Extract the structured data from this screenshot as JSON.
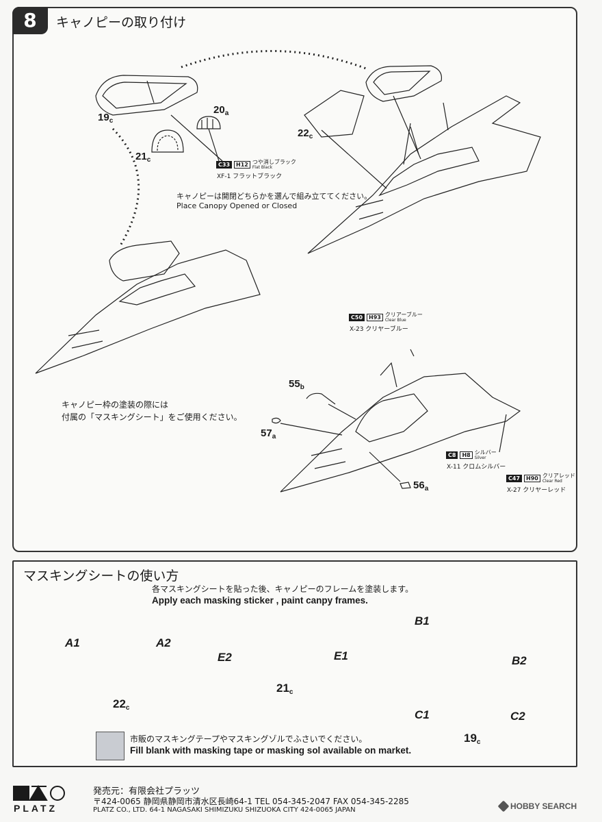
{
  "step": {
    "number": "8",
    "title": "キャノピーの取り付け",
    "place_canopy_jp": "キャノピーは開閉どちらかを選んで組み立ててください。",
    "place_canopy_en": "Place Canopy Opened or Closed",
    "masking_note_line1": "キャノピー枠の塗装の際には",
    "masking_note_line2": "付属の「マスキングシート」をご使用ください。"
  },
  "parts": {
    "p19c": {
      "num": "19",
      "sub": "c"
    },
    "p20a": {
      "num": "20",
      "sub": "a"
    },
    "p21c": {
      "num": "21",
      "sub": "c"
    },
    "p22c": {
      "num": "22",
      "sub": "c"
    },
    "p55b": {
      "num": "55",
      "sub": "b"
    },
    "p56a": {
      "num": "56",
      "sub": "a"
    },
    "p57a": {
      "num": "57",
      "sub": "a"
    }
  },
  "paints": {
    "flat_black": {
      "c": "C33",
      "h": "H12",
      "jp": "つや消しブラック",
      "en": "Flat Black",
      "sub": "XF-1 フラットブラック"
    },
    "clear_blue": {
      "c": "C50",
      "h": "H93",
      "jp": "クリアーブルー",
      "en": "Clear Blue",
      "sub": "X-23 クリヤーブルー"
    },
    "silver": {
      "c": "C8",
      "h": "H8",
      "jp": "シルバー",
      "en": "Silver",
      "sub": "X-11 クロムシルバー"
    },
    "clear_red": {
      "c": "C47",
      "h": "H90",
      "jp": "クリアレッド",
      "en": "Clear Red",
      "sub": "X-27 クリヤーレッド"
    }
  },
  "masking": {
    "title": "マスキングシートの使い方",
    "instr_jp": "各マスキングシートを貼った後、キャノピーのフレームを塗装します。",
    "instr_en": "Apply each masking sticker , paint canpy frames.",
    "labels": {
      "a1": "A1",
      "a2": "A2",
      "e1": "E1",
      "e2": "E2",
      "b1": "B1",
      "b2": "B2",
      "c1": "C1",
      "c2": "C2"
    },
    "fill_jp": "市販のマスキングテープやマスキングゾルでふさいでください。",
    "fill_en": "Fill blank with masking tape or masking sol available on market."
  },
  "footer": {
    "brand": "PLATZ",
    "seller": "発売元：有限会社プラッツ",
    "address_jp": "〒424-0065 静岡県静岡市清水区長崎64-1  TEL 054-345-2047  FAX 054-345-2285",
    "address_en": "PLATZ CO., LTD. 64-1 NAGASAKI SHIMIZUKU SHIZUOKA CITY  424-0065 JAPAN",
    "watermark": "HOBBY SEARCH"
  },
  "colors": {
    "mask_fill": "#c9ccd2",
    "ink": "#1a1a1a"
  }
}
